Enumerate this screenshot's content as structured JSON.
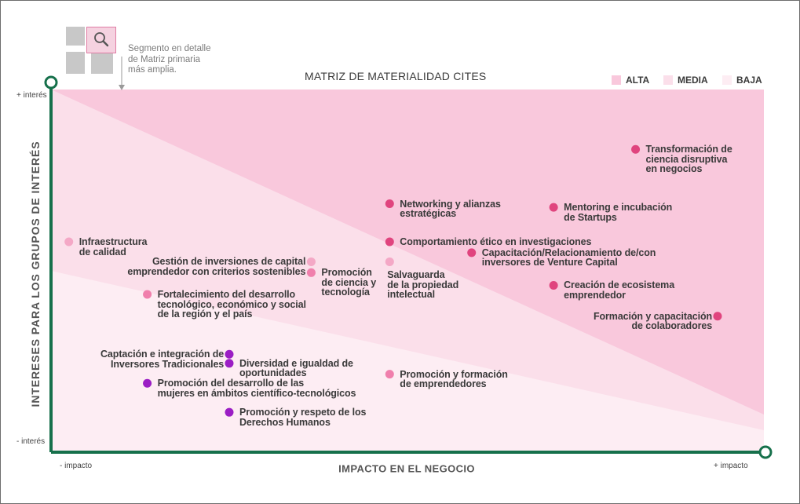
{
  "segment": {
    "note_lines": [
      "Segmento en detalle",
      "de Matriz primaria",
      "más amplia."
    ],
    "icon": "magnifier-icon"
  },
  "colors": {
    "alta": "#f9c8dc",
    "media": "#fbdfea",
    "baja": "#fdedf3",
    "axis": "#16704b",
    "dot_high": "#e0447e",
    "dot_mid": "#f07fac",
    "dot_low": "#f4a8c6",
    "dot_purple": "#9b1ec4",
    "text": "#3a3a3a"
  },
  "chart_data": {
    "type": "scatter",
    "title": "MATRIZ DE MATERIALIDAD CITES",
    "xlabel": "IMPACTO EN EL NEGOCIO",
    "ylabel": "INTERESES PARA LOS GRUPOS DE INTERÉS",
    "x_ticks": {
      "min": "- impacto",
      "max": "+ impacto"
    },
    "y_ticks": {
      "min": "- interés",
      "max": "+ interés"
    },
    "xlim": [
      0,
      100
    ],
    "ylim": [
      0,
      100
    ],
    "grid": false,
    "legend_position": "top-right",
    "zones": [
      {
        "key": "alta",
        "label": "ALTA"
      },
      {
        "key": "media",
        "label": "MEDIA"
      },
      {
        "key": "baja",
        "label": "BAJA"
      }
    ],
    "points": [
      {
        "lines": [
          "Transformación de",
          "ciencia disruptiva",
          "en negocios"
        ],
        "x": 82,
        "y": 83.5,
        "tone": "dot_high",
        "side": "right"
      },
      {
        "lines": [
          "Networking y alianzas",
          "estratégicas"
        ],
        "x": 47.5,
        "y": 68.5,
        "tone": "dot_high",
        "side": "right"
      },
      {
        "lines": [
          "Mentoring e incubación",
          "de Startups"
        ],
        "x": 70.5,
        "y": 67.5,
        "tone": "dot_high",
        "side": "right"
      },
      {
        "lines": [
          "Comportamiento ético en investigaciones"
        ],
        "x": 47.5,
        "y": 58,
        "tone": "dot_high",
        "side": "right"
      },
      {
        "lines": [
          "Capacitación/Relacionamiento de/con",
          "inversores de Venture Capital"
        ],
        "x": 59,
        "y": 55,
        "tone": "dot_high",
        "side": "right"
      },
      {
        "lines": [
          "Infraestructura",
          "de calidad"
        ],
        "x": 2.5,
        "y": 58,
        "tone": "dot_low",
        "side": "right"
      },
      {
        "lines": [
          "Gestión de inversiones de capital",
          "emprendedor con criterios sostenibles"
        ],
        "x": 36.5,
        "y": 52.5,
        "tone": "dot_low",
        "side": "left"
      },
      {
        "lines": [
          "Promoción",
          "de ciencia y",
          "tecnología"
        ],
        "x": 36.5,
        "y": 49.5,
        "tone": "dot_mid",
        "side": "right"
      },
      {
        "lines": [
          "Salvaguarda",
          "de la propiedad",
          "intelectual"
        ],
        "x": 47.5,
        "y": 52.5,
        "tone": "dot_low",
        "side": "below"
      },
      {
        "lines": [
          "Creación de ecosistema",
          "emprendedor"
        ],
        "x": 70.5,
        "y": 46,
        "tone": "dot_high",
        "side": "right"
      },
      {
        "lines": [
          "Fortalecimiento del desarrollo",
          "tecnológico, económico y social",
          "de la región y el país"
        ],
        "x": 13.5,
        "y": 43.5,
        "tone": "dot_mid",
        "side": "right"
      },
      {
        "lines": [
          "Formación y capacitación",
          "de colaboradores"
        ],
        "x": 93.5,
        "y": 37.5,
        "tone": "dot_high",
        "side": "left"
      },
      {
        "lines": [
          "Captación e integración de",
          "Inversores Tradicionales"
        ],
        "x": 25,
        "y": 27,
        "tone": "dot_purple",
        "side": "left"
      },
      {
        "lines": [
          "Diversidad e igualdad de",
          "oportunidades"
        ],
        "x": 25,
        "y": 24.5,
        "tone": "dot_purple",
        "side": "right"
      },
      {
        "lines": [
          "Promoción y formación",
          "de emprendedores"
        ],
        "x": 47.5,
        "y": 21.5,
        "tone": "dot_mid",
        "side": "right"
      },
      {
        "lines": [
          "Promoción del desarrollo de las",
          "mujeres en ámbitos científico-tecnológicos"
        ],
        "x": 13.5,
        "y": 19,
        "tone": "dot_purple",
        "side": "right"
      },
      {
        "lines": [
          "Promoción y respeto de los",
          "Derechos Humanos"
        ],
        "x": 25,
        "y": 11,
        "tone": "dot_purple",
        "side": "right"
      }
    ]
  }
}
